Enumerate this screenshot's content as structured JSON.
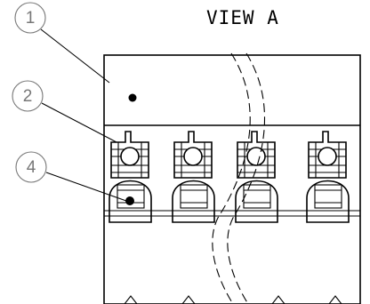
{
  "title": "VIEW A",
  "balloons": [
    "1",
    "2",
    "4"
  ]
}
